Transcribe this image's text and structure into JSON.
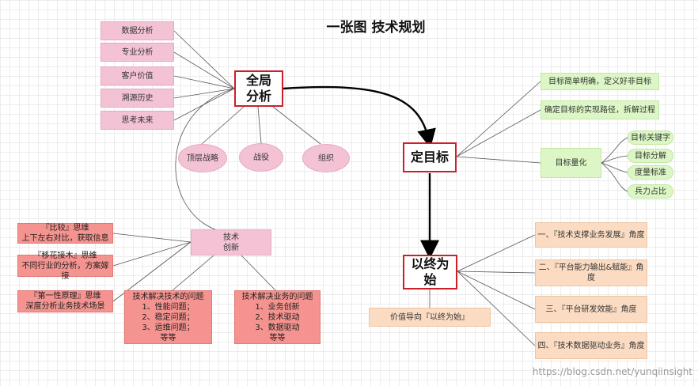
{
  "title": "一张图 技术规划",
  "watermark": "https://blog.csdn.net/yunqiinsight",
  "colors": {
    "center_border": "#cc1f2b",
    "pink": "#f3c2d5",
    "red": "#f4938f",
    "green": "#dcf7c5",
    "peach": "#fbdcc3"
  },
  "nodes": {
    "global_analysis": "全局\n分析",
    "data_analysis": "数据分析",
    "domain_analysis": "专业分析",
    "customer_value": "客户价值",
    "trace_history": "溯源历史",
    "think_future": "思考未来",
    "top_strategy": "顶层战略",
    "campaign": "战役",
    "organization": "组织",
    "set_goal": "定目标",
    "goal_clear": "目标简单明确，定义好非目标",
    "goal_path": "确定目标的实现路径，拆解过程",
    "goal_quantify": "目标量化",
    "goal_keywords": "目标关键字",
    "goal_decompose": "目标分解",
    "goal_metrics": "度量标准",
    "goal_force_ratio": "兵力占比",
    "begin_with_end": "以终为\n始",
    "value_oriented": "价值导向『以终为始』",
    "angle_1": "一、『技术支撑业务发展』角度",
    "angle_2": "二、『平台能力输出&赋能』角度",
    "angle_3": "三、『平台研发效能』角度",
    "angle_4": "四、『技术数据驱动业务』角度",
    "tech_innovation": "技术\n创新",
    "compare_thinking": "『比较』思维\n上下左右对比，获取信息",
    "graft_thinking": "『移花接木』思维\n不同行业的分析，方案嫁接",
    "first_principle": "『第一性原理』思维\n深度分析业务技术场景",
    "tech_problems": "技术解决技术的问题\n1、性能问题；\n2、稳定问题；\n3、运维问题；\n等等",
    "biz_problems": "技术解决业务的问题\n1、业务创新\n2、技术驱动\n3、数据驱动\n等等"
  }
}
